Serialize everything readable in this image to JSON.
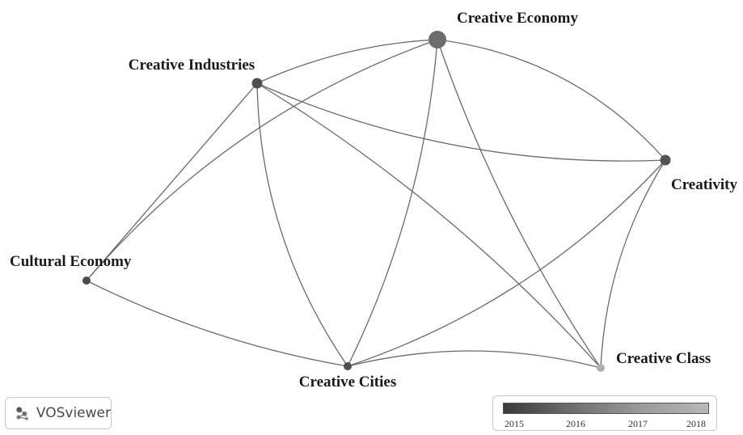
{
  "diagram": {
    "nodes": [
      {
        "id": "creative-economy",
        "label": "Creative Economy",
        "year": 2016.2
      },
      {
        "id": "creative-industries",
        "label": "Creative Industries",
        "year": 2015.5
      },
      {
        "id": "creativity",
        "label": "Creativity",
        "year": 2015.6
      },
      {
        "id": "cultural-economy",
        "label": "Cultural Economy",
        "year": 2015.4
      },
      {
        "id": "creative-cities",
        "label": "Creative Cities",
        "year": 2015.5
      },
      {
        "id": "creative-class",
        "label": "Creative Class",
        "year": 2017.8
      }
    ],
    "edges": [
      [
        "creative-industries",
        "creative-economy"
      ],
      [
        "creative-industries",
        "creativity"
      ],
      [
        "creative-industries",
        "cultural-economy"
      ],
      [
        "creative-industries",
        "creative-cities"
      ],
      [
        "creative-industries",
        "creative-class"
      ],
      [
        "creative-economy",
        "creativity"
      ],
      [
        "creative-economy",
        "creative-cities"
      ],
      [
        "creative-economy",
        "creative-class"
      ],
      [
        "creative-economy",
        "cultural-economy"
      ],
      [
        "creativity",
        "creative-cities"
      ],
      [
        "creativity",
        "creative-class"
      ],
      [
        "cultural-economy",
        "creative-cities"
      ],
      [
        "creative-cities",
        "creative-class"
      ]
    ]
  },
  "branding": {
    "app_name": "VOSviewer",
    "logo_icon": "vosviewer-logo-icon"
  },
  "legend": {
    "type": "overlay-color-scale",
    "ticks": [
      "2015",
      "2016",
      "2017",
      "2018"
    ],
    "colors": [
      "#3a3a3a",
      "#6e6e6e",
      "#9a9a9a",
      "#b8b8b8"
    ]
  }
}
